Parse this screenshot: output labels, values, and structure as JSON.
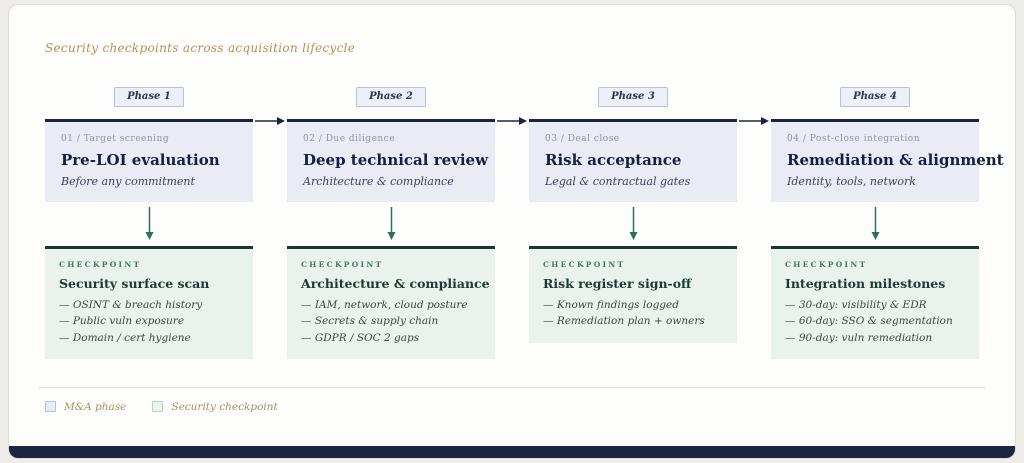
{
  "title": "Security checkpoints across acquisition lifecycle",
  "phases": [
    {
      "badge": "Phase 1",
      "step": "01 / Target screening",
      "title": "Pre-LOI evaluation",
      "subtitle": "Before any commitment",
      "checkpoint": {
        "label": "CHECKPOINT",
        "title": "Security surface scan",
        "items": [
          "— OSINT & breach history",
          "— Public vuln exposure",
          "— Domain / cert hygiene"
        ]
      }
    },
    {
      "badge": "Phase 2",
      "step": "02 / Due diligence",
      "title": "Deep technical review",
      "subtitle": "Architecture & compliance",
      "checkpoint": {
        "label": "CHECKPOINT",
        "title": "Architecture & compliance",
        "items": [
          "— IAM, network, cloud posture",
          "— Secrets & supply chain",
          "— GDPR / SOC 2 gaps"
        ]
      }
    },
    {
      "badge": "Phase 3",
      "step": "03 / Deal close",
      "title": "Risk acceptance",
      "subtitle": "Legal & contractual gates",
      "checkpoint": {
        "label": "CHECKPOINT",
        "title": "Risk register sign-off",
        "items": [
          "— Known findings logged",
          "— Remediation plan + owners"
        ]
      }
    },
    {
      "badge": "Phase 4",
      "step": "04 / Post-close integration",
      "title": "Remediation & alignment",
      "subtitle": "Identity, tools, network",
      "checkpoint": {
        "label": "CHECKPOINT",
        "title": "Integration milestones",
        "items": [
          "— 30-day: visibility & EDR",
          "— 60-day: SSO & segmentation",
          "— 90-day: vuln remediation"
        ]
      }
    }
  ],
  "legend": {
    "items": [
      {
        "label": "M&A phase"
      },
      {
        "label": "Security checkpoint"
      }
    ]
  },
  "colors": {
    "navy": "#1c2442",
    "teal": "#2e6f5f",
    "phase_fill": "#e9ebf5",
    "checkpoint_fill": "#e9f2ec",
    "accent_tan": "#b3905e"
  }
}
